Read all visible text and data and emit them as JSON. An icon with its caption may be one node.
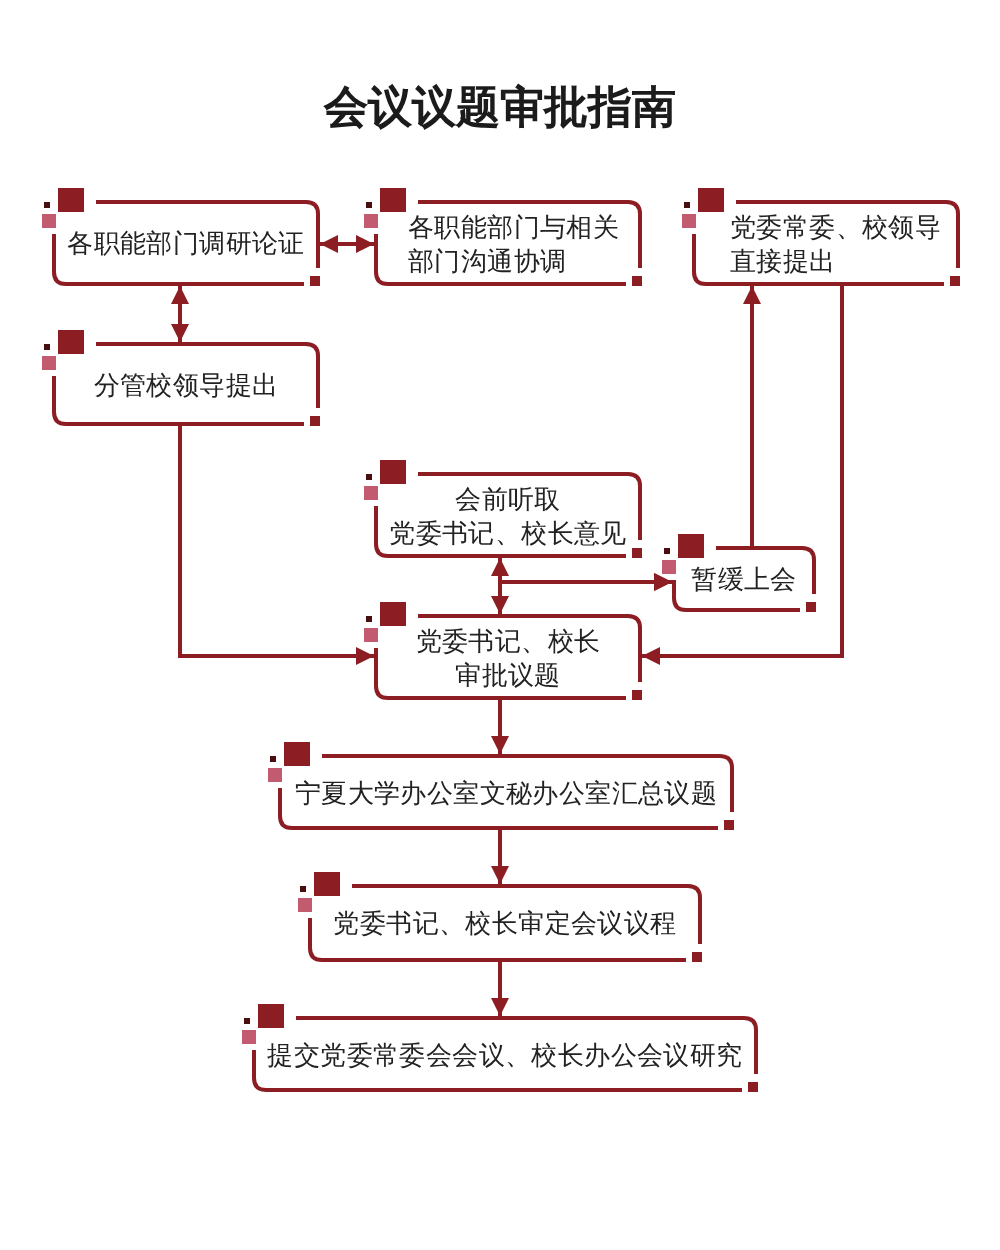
{
  "diagram": {
    "title": "会议议题审批指南",
    "nodes": [
      {
        "text": [
          "各职能部门调研论证"
        ]
      },
      {
        "text": [
          "各职能部门与相关部门沟通协调"
        ]
      },
      {
        "text": [
          "党委常委、校领导直接提出"
        ]
      },
      {
        "text": [
          "分管校领导提出"
        ]
      },
      {
        "text": [
          "会前听取",
          "党委书记、校长意见"
        ]
      },
      {
        "text": [
          "暂缓上会"
        ]
      },
      {
        "text": [
          "党委书记、校长审批议题"
        ]
      },
      {
        "text": [
          "宁夏大学办公室文秘办公室汇总议题"
        ]
      },
      {
        "text": [
          "党委书记、校长审定会议议程"
        ]
      },
      {
        "text": [
          "提交党委常委会会议、校长办公会议研究"
        ]
      }
    ],
    "edges": [
      {
        "from": 0,
        "to": 1,
        "arrow": "both"
      },
      {
        "from": 0,
        "to": 3,
        "arrow": "both"
      },
      {
        "from": 3,
        "to": 6,
        "arrow": "to"
      },
      {
        "from": 2,
        "to": 6,
        "arrow": "to"
      },
      {
        "from": 5,
        "to": 2,
        "arrow": "to"
      },
      {
        "from": 4,
        "to": 6,
        "arrow": "both"
      },
      {
        "from": 4,
        "to": 5,
        "arrow": "to"
      },
      {
        "from": 6,
        "to": 5,
        "arrow": "to"
      },
      {
        "from": 6,
        "to": 7,
        "arrow": "to"
      },
      {
        "from": 7,
        "to": 8,
        "arrow": "to"
      },
      {
        "from": 8,
        "to": 9,
        "arrow": "to"
      }
    ]
  }
}
